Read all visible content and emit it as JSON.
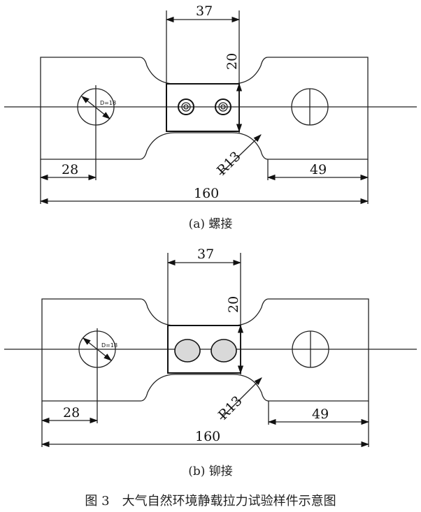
{
  "panels": [
    {
      "id": "a",
      "caption": "(a) 螺接",
      "dims": {
        "width": "37",
        "height": "20",
        "radius": "R13",
        "left": "28",
        "right": "49",
        "total": "160",
        "hole": "D=18"
      }
    },
    {
      "id": "b",
      "caption": "(b) 铆接",
      "dims": {
        "width": "37",
        "height": "20",
        "radius": "R13",
        "left": "28",
        "right": "49",
        "total": "160",
        "hole": "D=18"
      }
    }
  ],
  "figure_caption": "图 3　大气自然环境静载拉力试验样件示意图",
  "colors": {
    "line": "#222222",
    "rivet_fill": "#d9d9d9"
  }
}
